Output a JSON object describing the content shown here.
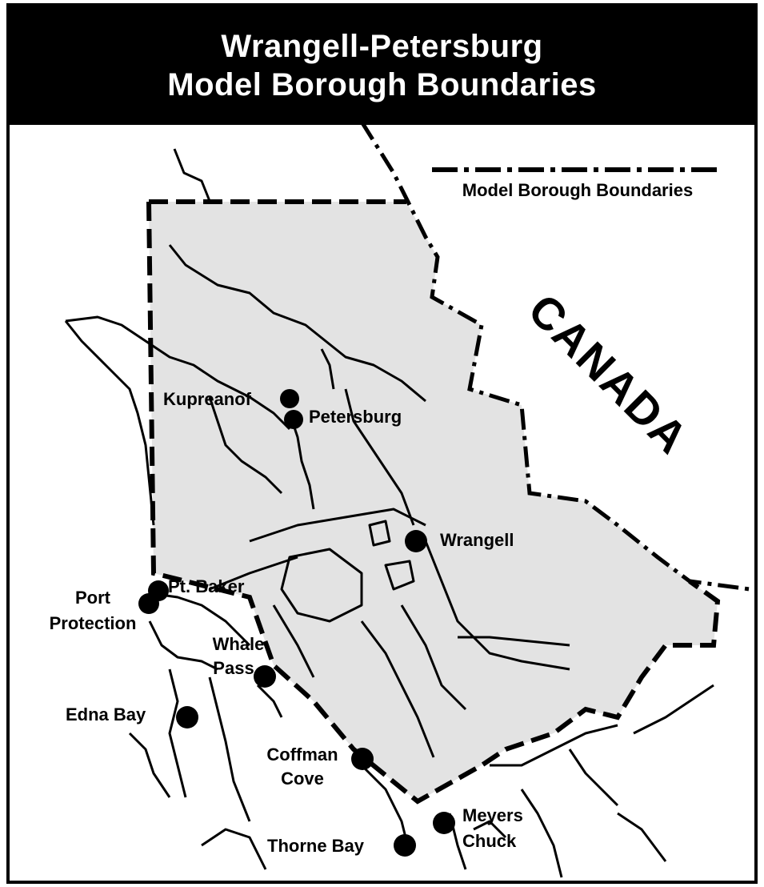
{
  "title": {
    "line1": "Wrangell-Petersburg",
    "line2": "Model Borough Boundaries"
  },
  "legend": {
    "label": "Model Borough Boundaries"
  },
  "region_label": "CANADA",
  "places": [
    {
      "name": "Kupreanof"
    },
    {
      "name": "Petersburg"
    },
    {
      "name": "Wrangell"
    },
    {
      "name": "Pt. Baker"
    },
    {
      "name": "Port"
    },
    {
      "name": "Protection"
    },
    {
      "name": "Whale"
    },
    {
      "name": "Pass"
    },
    {
      "name": "Edna Bay"
    },
    {
      "name": "Coffman"
    },
    {
      "name": "Cove"
    },
    {
      "name": "Meyers"
    },
    {
      "name": "Chuck"
    },
    {
      "name": "Thorne Bay"
    }
  ],
  "colors": {
    "borough_fill": "#e3e3e3",
    "ink": "#000000",
    "background": "#ffffff"
  }
}
